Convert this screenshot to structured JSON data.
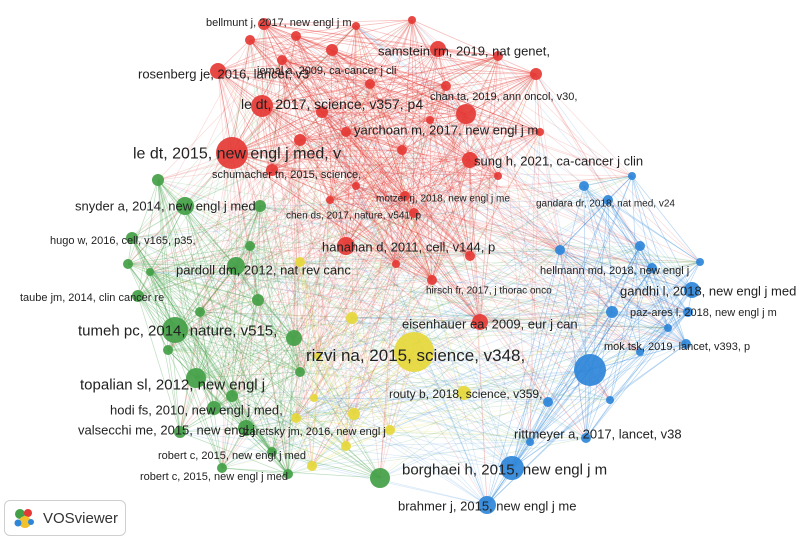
{
  "app": {
    "brand": "VOSviewer"
  },
  "legend": {
    "clusters": [
      "#e53935",
      "#43a047",
      "#2e86d9",
      "#f2e33a"
    ]
  },
  "network": {
    "clusters": {
      "red": "#e53935",
      "green": "#43a047",
      "blue": "#2e86d9",
      "yellow": "#e6d83a"
    },
    "nodes": [
      {
        "id": "rizvi",
        "label": "rizvi na, 2015, science, v348,",
        "cluster": "yellow",
        "weight": 7
      },
      {
        "id": "ledt2015",
        "label": "le dt, 2015, new engl j med, v",
        "cluster": "red",
        "weight": 6
      },
      {
        "id": "tumeh",
        "label": "tumeh pc, 2014, nature, v515,",
        "cluster": "green",
        "weight": 5
      },
      {
        "id": "topalian",
        "label": "topalian sl, 2012, new engl j",
        "cluster": "green",
        "weight": 5
      },
      {
        "id": "borghaei",
        "label": "borghaei h, 2015, new engl j m",
        "cluster": "blue",
        "weight": 5
      },
      {
        "id": "ledt2017",
        "label": "le dt, 2017, science, v357, p4",
        "cluster": "red",
        "weight": 4
      },
      {
        "id": "snyder",
        "label": "snyder a, 2014, new engl j med",
        "cluster": "green",
        "weight": 4
      },
      {
        "id": "rosenberg",
        "label": "rosenberg je, 2016, lancet, v3",
        "cluster": "red",
        "weight": 3
      },
      {
        "id": "samstein",
        "label": "samstein rm, 2019, nat genet,",
        "cluster": "red",
        "weight": 3
      },
      {
        "id": "yarchoan",
        "label": "yarchoan m, 2017, new engl j m",
        "cluster": "red",
        "weight": 3
      },
      {
        "id": "sung",
        "label": "sung h, 2021, ca-cancer j clin",
        "cluster": "red",
        "weight": 3
      },
      {
        "id": "pardoll",
        "label": "pardoll dm, 2012, nat rev canc",
        "cluster": "green",
        "weight": 3
      },
      {
        "id": "hanahan",
        "label": "hanahan d, 2011, cell, v144, p",
        "cluster": "red",
        "weight": 3
      },
      {
        "id": "eisenhauer",
        "label": "eisenhauer ea, 2009, eur j can",
        "cluster": "red",
        "weight": 3
      },
      {
        "id": "gandhi",
        "label": "gandhi l, 2018, new engl j med",
        "cluster": "blue",
        "weight": 3
      },
      {
        "id": "rittmeyer",
        "label": "rittmeyer a, 2017, lancet, v38",
        "cluster": "blue",
        "weight": 3
      },
      {
        "id": "brahmer",
        "label": "brahmer j, 2015, new engl j me",
        "cluster": "blue",
        "weight": 3
      },
      {
        "id": "hodi",
        "label": "hodi fs, 2010, new engl j med,",
        "cluster": "green",
        "weight": 3
      },
      {
        "id": "valsecchi",
        "label": "valsecchi me, 2015, new engl j",
        "cluster": "green",
        "weight": 3
      },
      {
        "id": "routy",
        "label": "routy b, 2018, science, v359,",
        "cluster": "yellow",
        "weight": 2
      },
      {
        "id": "bellmunt",
        "label": "bellmunt j, 2017, new engl j m",
        "cluster": "red",
        "weight": 2
      },
      {
        "id": "jemal",
        "label": "jemal a, 2009, ca-cancer j cli",
        "cluster": "red",
        "weight": 2
      },
      {
        "id": "chanta",
        "label": "chan ta, 2019, ann oncol, v30,",
        "cluster": "red",
        "weight": 2
      },
      {
        "id": "schumacher",
        "label": "schumacher tn, 2015, science,",
        "cluster": "red",
        "weight": 2
      },
      {
        "id": "motzer",
        "label": "motzer rj, 2018, new engl j me",
        "cluster": "red",
        "weight": 1
      },
      {
        "id": "chends",
        "label": "chen ds, 2017, nature, v541, p",
        "cluster": "red",
        "weight": 1
      },
      {
        "id": "gandara",
        "label": "gandara dr, 2018, nat med, v24",
        "cluster": "blue",
        "weight": 2
      },
      {
        "id": "hugo",
        "label": "hugo w, 2016, cell, v165, p35,",
        "cluster": "green",
        "weight": 2
      },
      {
        "id": "hellmann",
        "label": "hellmann md, 2018, new engl j",
        "cluster": "blue",
        "weight": 2
      },
      {
        "id": "hirsch",
        "label": "hirsch fr, 2017, j thorac onco",
        "cluster": "red",
        "weight": 1
      },
      {
        "id": "taube",
        "label": "taube jm, 2014, clin cancer re",
        "cluster": "green",
        "weight": 2
      },
      {
        "id": "pazares",
        "label": "paz-ares l, 2018, new engl j m",
        "cluster": "blue",
        "weight": 2
      },
      {
        "id": "moktsk",
        "label": "mok tsk, 2019, lancet, v393, p",
        "cluster": "blue",
        "weight": 2
      },
      {
        "id": "zaretsky",
        "label": "zaretsky jm, 2016, new engl j",
        "cluster": "yellow",
        "weight": 1
      },
      {
        "id": "robertc1",
        "label": "robert c, 2015, new engl j med",
        "cluster": "green",
        "weight": 1
      },
      {
        "id": "robertc2",
        "label": "robert c, 2015, new engl j med",
        "cluster": "green",
        "weight": 1
      }
    ]
  }
}
